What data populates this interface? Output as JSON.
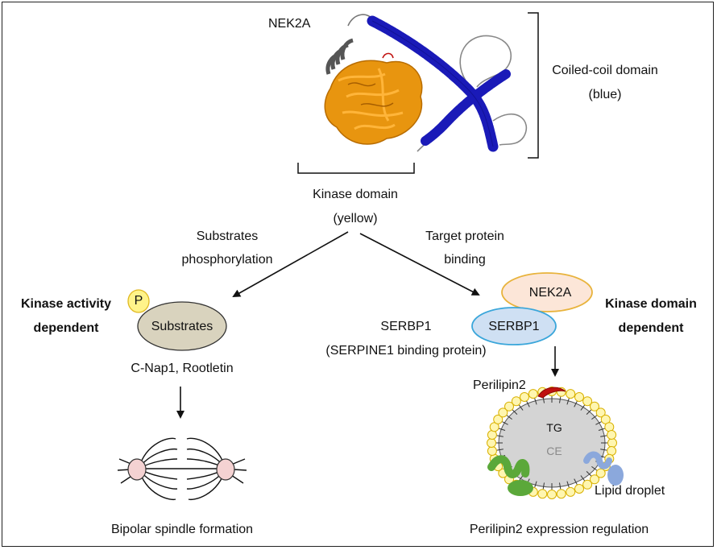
{
  "protein": {
    "title": "NEK2A",
    "coiled_coil_domain": "Coiled-coil domain",
    "coiled_coil_color": "(blue)",
    "kinase_domain": "Kinase domain",
    "kinase_domain_color": "(yellow)"
  },
  "left_branch": {
    "arrow_label_line1": "Substrates",
    "arrow_label_line2": "phosphorylation",
    "category_line1": "Kinase activity",
    "category_line2": "dependent",
    "phospho_badge": "P",
    "substrates_ellipse": "Substrates",
    "substrate_examples": "C-Nap1, Rootletin",
    "outcome": "Bipolar spindle formation"
  },
  "right_branch": {
    "arrow_label_line1": "Target protein",
    "arrow_label_line2": "binding",
    "partner_line1": "SERBP1",
    "partner_line2": "(SERPINE1 binding protein)",
    "nek2a_oval": "NEK2A",
    "serbp1_oval": "SERBP1",
    "category_line1": "Kinase domain",
    "category_line2": "dependent",
    "perilipin_label": "Perilipin2",
    "tg_label": "TG",
    "ce_label": "CE",
    "lipid_droplet_label": "Lipid droplet",
    "outcome": "Perilipin2 expression regulation"
  },
  "colors": {
    "kinase_yellow": "#E8950F",
    "coil_blue": "#1A1AB8",
    "nek2a_fill": "#FCE6D8",
    "nek2a_stroke": "#E8B33C",
    "serbp1_fill": "#CFE0F3",
    "serbp1_stroke": "#3AA6DA",
    "substrates_fill": "#D9D3BE",
    "phospho_fill": "#FFF38A",
    "perilipin_red": "#C0110F",
    "droplet_gray": "#D4D4D4",
    "droplet_yellow": "#FFF6B0",
    "spindle_pole": "#F4D2D2",
    "green_protein": "#5BA83A",
    "blue_protein": "#8BA8DC"
  }
}
